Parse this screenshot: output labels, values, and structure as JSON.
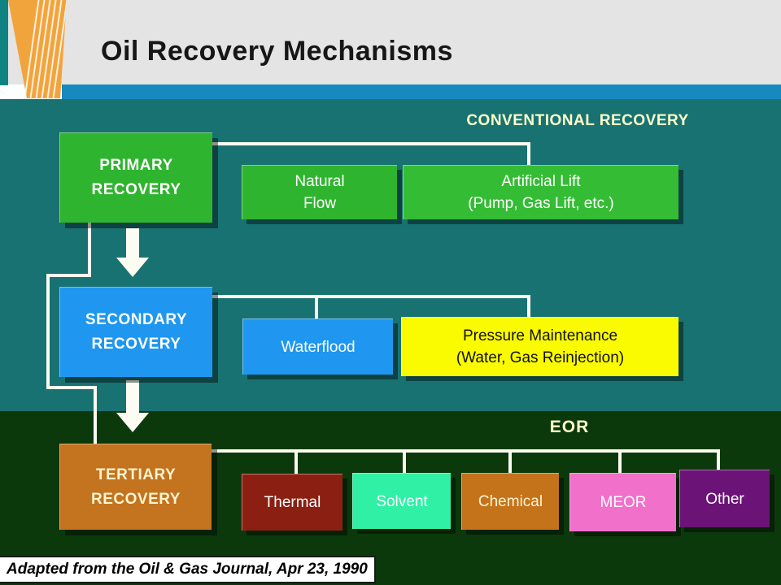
{
  "slide": {
    "title": "Oil Recovery Mechanisms",
    "footer_citation": "Adapted from the Oil & Gas Journal, Apr 23, 1990"
  },
  "labels": {
    "conventional": "CONVENTIONAL RECOVERY",
    "eor": "EOR"
  },
  "boxes": {
    "primary": {
      "line1": "PRIMARY",
      "line2": "RECOVERY",
      "color": "#2FB42F"
    },
    "secondary": {
      "line1": "SECONDARY",
      "line2": "RECOVERY",
      "color": "#1F97F0"
    },
    "tertiary": {
      "line1": "TERTIARY",
      "line2": "RECOVERY",
      "color": "#C4731E"
    },
    "natural_flow": {
      "line1": "Natural",
      "line2": "Flow",
      "color": "#2FB42F"
    },
    "artificial_lift": {
      "line1": "Artificial Lift",
      "line2": "(Pump, Gas Lift, etc.)",
      "color": "#35BC35"
    },
    "waterflood": {
      "line1": "Waterflood",
      "color": "#1F97F0"
    },
    "pressure_maintenance": {
      "line1": "Pressure Maintenance",
      "line2": "(Water, Gas Reinjection)",
      "color": "#FAFA00"
    },
    "thermal": {
      "line1": "Thermal",
      "color": "#8B2012"
    },
    "solvent": {
      "line1": "Solvent",
      "color": "#2FF0A5"
    },
    "chemical": {
      "line1": "Chemical",
      "color": "#C4731A"
    },
    "meor": {
      "line1": "MEOR",
      "color": "#F170CA"
    },
    "other": {
      "line1": "Other",
      "color": "#6C1377"
    }
  },
  "theme": {
    "header_bg": "#E4E4E4",
    "accent_orange": "#F2A43C",
    "accent_teal_strip": "#0F8282",
    "header_rule_blue": "#1789BE",
    "conventional_bg_teal": "#197272",
    "eor_bg_dark_green": "#0C390C",
    "section_label_yellow": "#FFFFC8",
    "connector_white": "#FBFBEF"
  }
}
